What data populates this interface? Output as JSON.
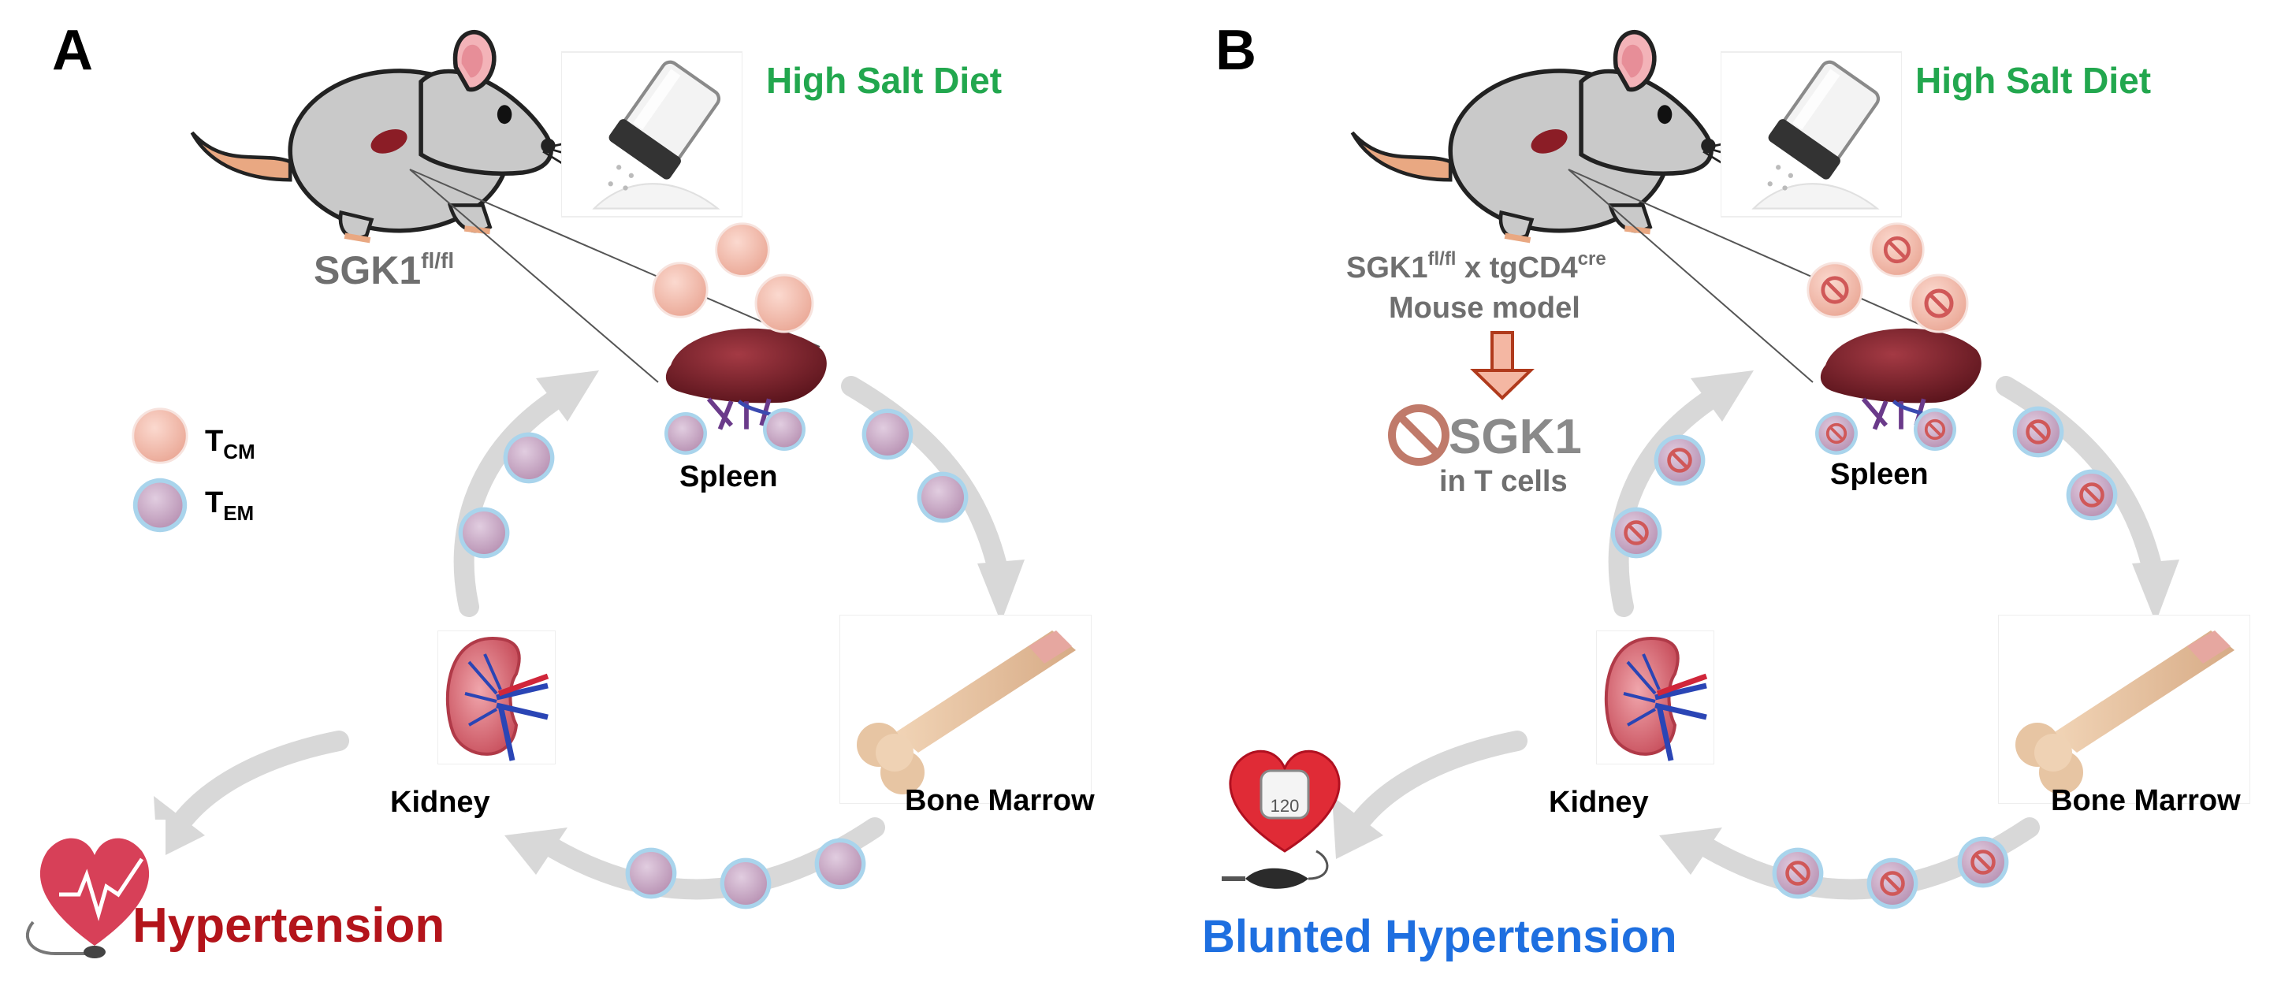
{
  "panel_a": {
    "letter": "A",
    "diet_label": "High Salt Diet",
    "genotype_base": "SGK1",
    "genotype_sup": "fl/fl",
    "legend": {
      "tcm_main": "T",
      "tcm_sub": "CM",
      "tem_main": "T",
      "tem_sub": "EM"
    },
    "spleen": "Spleen",
    "kidney": "Kidney",
    "bone_marrow": "Bone Marrow",
    "outcome": "Hypertension"
  },
  "panel_b": {
    "letter": "B",
    "diet_label": "High Salt Diet",
    "model_line1_a": "SGK1",
    "model_line1_sup1": "fl/fl",
    "model_line1_b": " x tgCD4",
    "model_line1_sup2": "cre",
    "model_line2": "Mouse model",
    "knockout_gene": "SGK1",
    "knockout_context": "in T cells",
    "spleen": "Spleen",
    "kidney": "Kidney",
    "bone_marrow": "Bone Marrow",
    "bp_reading": "120",
    "outcome": "Blunted Hypertension"
  },
  "colors": {
    "tcm_cell": "#f2b7a8",
    "tem_cell": "#c8a8c2",
    "cell_rim": "#a9d4ec",
    "arrow_gray": "#d6d6d6",
    "salt_green": "#22a74e",
    "hypertension_red": "#b3141b",
    "blunted_blue": "#1e6fe0",
    "inhibit_red": "#d05858"
  }
}
